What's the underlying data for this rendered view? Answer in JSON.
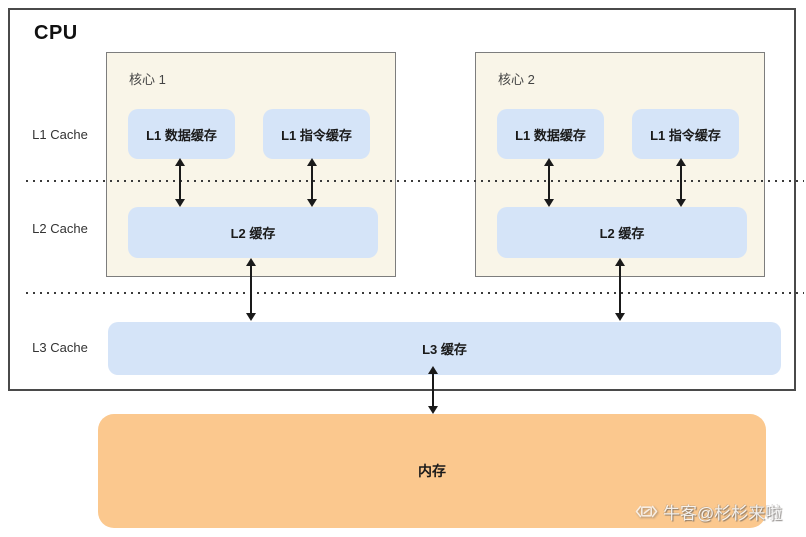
{
  "cpu": {
    "title": "CPU",
    "row_labels": [
      {
        "id": "l1",
        "label": "L1 Cache"
      },
      {
        "id": "l2",
        "label": "L2 Cache"
      },
      {
        "id": "l3",
        "label": "L3 Cache"
      }
    ],
    "cores": [
      {
        "name": "核心 1",
        "l1_data_label": "L1 数据缓存",
        "l1_inst_label": "L1 指令缓存",
        "l2_label": "L2 缓存"
      },
      {
        "name": "核心 2",
        "l1_data_label": "L1 数据缓存",
        "l1_inst_label": "L1 指令缓存",
        "l2_label": "L2 缓存"
      }
    ],
    "l3_label": "L3 缓存"
  },
  "memory": {
    "label": "内存"
  },
  "watermark": {
    "icon": "nowcoder-logo",
    "text": "牛客@杉杉来啦"
  },
  "colors": {
    "core-bg": "#F9F5E8",
    "core-border": "#7d7d7d",
    "cache-blue": "#D5E4F8",
    "memory-orange": "#FBC88E",
    "cpu-border": "#4a4a4a",
    "line-color": "#1a1a1a",
    "label-color": "#333333"
  }
}
